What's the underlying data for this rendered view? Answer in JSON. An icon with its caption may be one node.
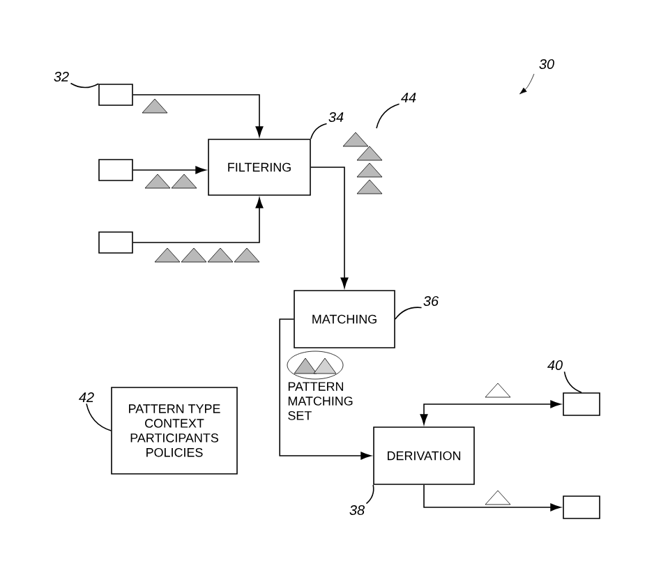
{
  "diagram": {
    "nodes": [
      {
        "text": [],
        "shape": "box"
      },
      {
        "text": [],
        "shape": "box"
      },
      {
        "text": [],
        "shape": "box"
      },
      {
        "text": [
          "FILTERING"
        ]
      },
      {
        "text": [
          "MATCHING"
        ]
      },
      {
        "text": [],
        "shape": "ellipse",
        "beside": [
          "PATTERN MATCHING SET"
        ]
      },
      {
        "text": [
          "DERIVATION"
        ]
      },
      {
        "text": [],
        "shape": "box"
      },
      {
        "text": [],
        "shape": "box"
      },
      {
        "text": [
          "PATTERN TYPE",
          "CONTEXT",
          "PARTICIPANTS",
          "POLICIES"
        ]
      },
      {
        "text": [
          "32"
        ]
      },
      {
        "text": [
          "34"
        ]
      },
      {
        "text": [
          "44"
        ]
      },
      {
        "text": [
          "36"
        ]
      },
      {
        "text": [
          "40"
        ]
      },
      {
        "text": [
          "38"
        ]
      },
      {
        "text": [
          "42"
        ]
      }
    ],
    "edges": [
      {
        "from": 0,
        "to": 3,
        "arrow": "to"
      },
      {
        "from": 1,
        "to": 3,
        "arrow": "to"
      },
      {
        "from": 2,
        "to": 3,
        "arrow": "to"
      },
      {
        "from": 3,
        "to": 4,
        "arrow": "to"
      },
      {
        "from": 4,
        "to": 6,
        "arrow": "to"
      },
      {
        "from": 6,
        "to": 7,
        "arrow": "both"
      },
      {
        "from": 6,
        "to": 8,
        "arrow": "to"
      },
      {
        "from": 10,
        "to": 0,
        "arrow": "none"
      },
      {
        "from": 11,
        "to": 3,
        "arrow": "none"
      },
      {
        "from": 12,
        "to": null,
        "arrow": "none"
      },
      {
        "from": 13,
        "to": 4,
        "arrow": "none"
      },
      {
        "from": 14,
        "to": 7,
        "arrow": "none"
      },
      {
        "from": 15,
        "to": 6,
        "arrow": "none"
      },
      {
        "from": 16,
        "to": 9,
        "arrow": "none"
      }
    ],
    "labels": [
      "30"
    ]
  }
}
